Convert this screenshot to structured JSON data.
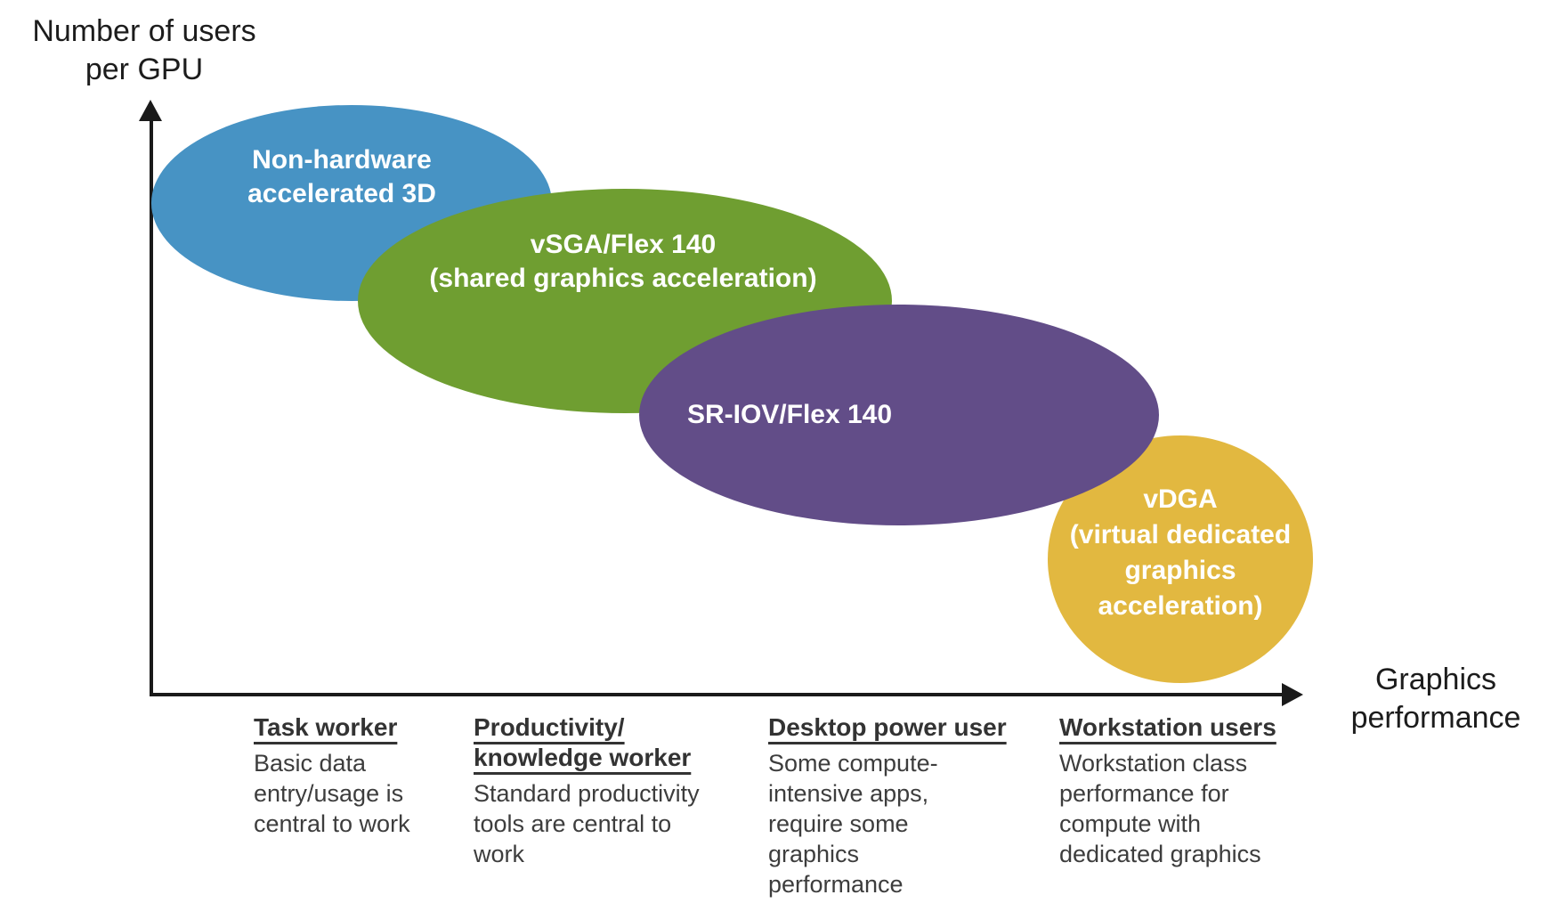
{
  "axes": {
    "y_label": "Number of users\nper GPU",
    "x_label": "Graphics\nperformance"
  },
  "bubbles": [
    {
      "id": "non-hardware-3d",
      "label": "Non-hardware\naccelerated 3D",
      "color": "#4793c4"
    },
    {
      "id": "vsga-flex-140",
      "label": "vSGA/Flex 140\n(shared graphics acceleration)",
      "color": "#6f9e31"
    },
    {
      "id": "sr-iov-flex-140",
      "label": "SR-IOV/Flex 140",
      "color": "#624d88"
    },
    {
      "id": "vdga",
      "label": "vDGA\n(virtual dedicated\ngraphics\nacceleration)",
      "color": "#e2b840"
    }
  ],
  "user_segments": [
    {
      "heading": "Task worker",
      "description": "Basic data\nentry/usage is\ncentral to work"
    },
    {
      "heading": "Productivity/\nknowledge worker",
      "description": "Standard productivity\ntools are central to\nwork"
    },
    {
      "heading": "Desktop power user",
      "description": "Some compute-\nintensive apps,\nrequire some\ngraphics\nperformance"
    },
    {
      "heading": "Workstation users",
      "description": "Workstation class\nperformance for\ncompute with\ndedicated graphics"
    }
  ],
  "colors": {
    "axis": "#1a1a1a",
    "body_text": "#3d3d3d",
    "bubble_text": "#ffffff",
    "blue": "#4793c4",
    "green": "#6f9e31",
    "purple": "#624d88",
    "gold": "#e2b840"
  }
}
